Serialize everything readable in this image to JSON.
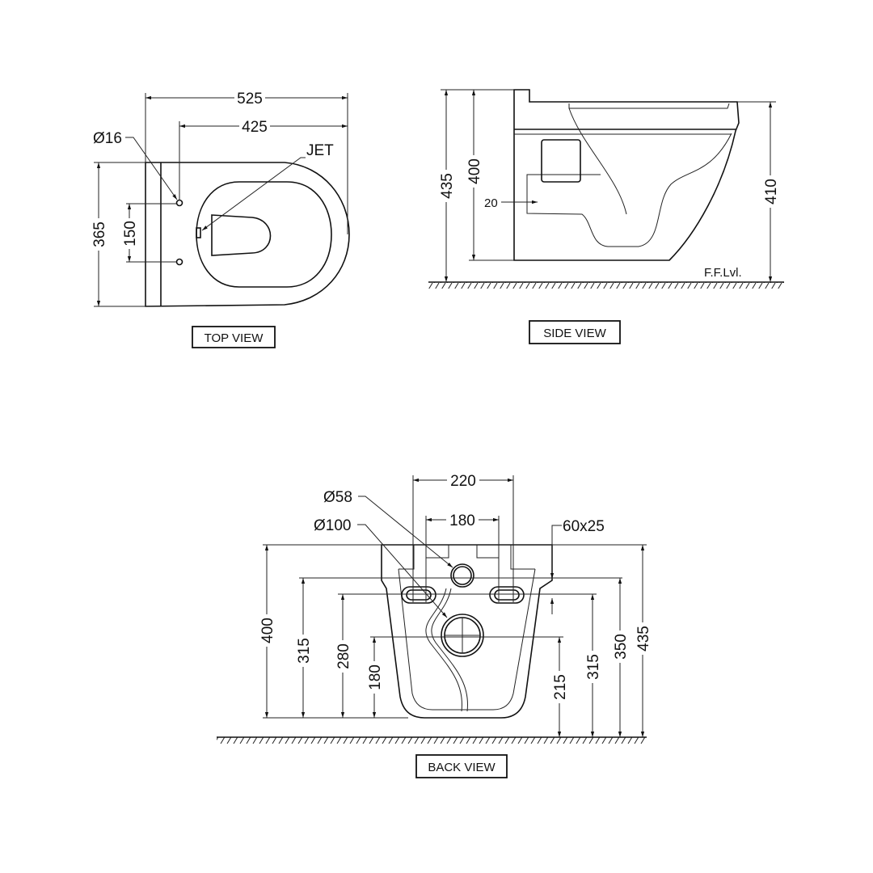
{
  "top_view": {
    "title": "TOP VIEW",
    "dims": {
      "length_total": "525",
      "length_fix": "425",
      "width": "365",
      "hole_spacing": "150"
    },
    "callouts": {
      "hole_dia": "Ø16",
      "jet": "JET"
    }
  },
  "side_view": {
    "title": "SIDE VIEW",
    "dims": {
      "overall_height": "435",
      "body_height": "400",
      "rim_height": "410",
      "offset": "20"
    },
    "floor_label": "F.F.Lvl."
  },
  "back_view": {
    "title": "BACK VIEW",
    "dims": {
      "outer_width": "220",
      "inner_width": "180",
      "h400": "400",
      "h315_left": "315",
      "h280": "280",
      "h180": "180",
      "h215": "215",
      "h315_right": "315",
      "h350": "350",
      "h435": "435"
    },
    "callouts": {
      "inlet_dia": "Ø58",
      "outlet_dia": "Ø100",
      "slot_size": "60x25"
    }
  }
}
